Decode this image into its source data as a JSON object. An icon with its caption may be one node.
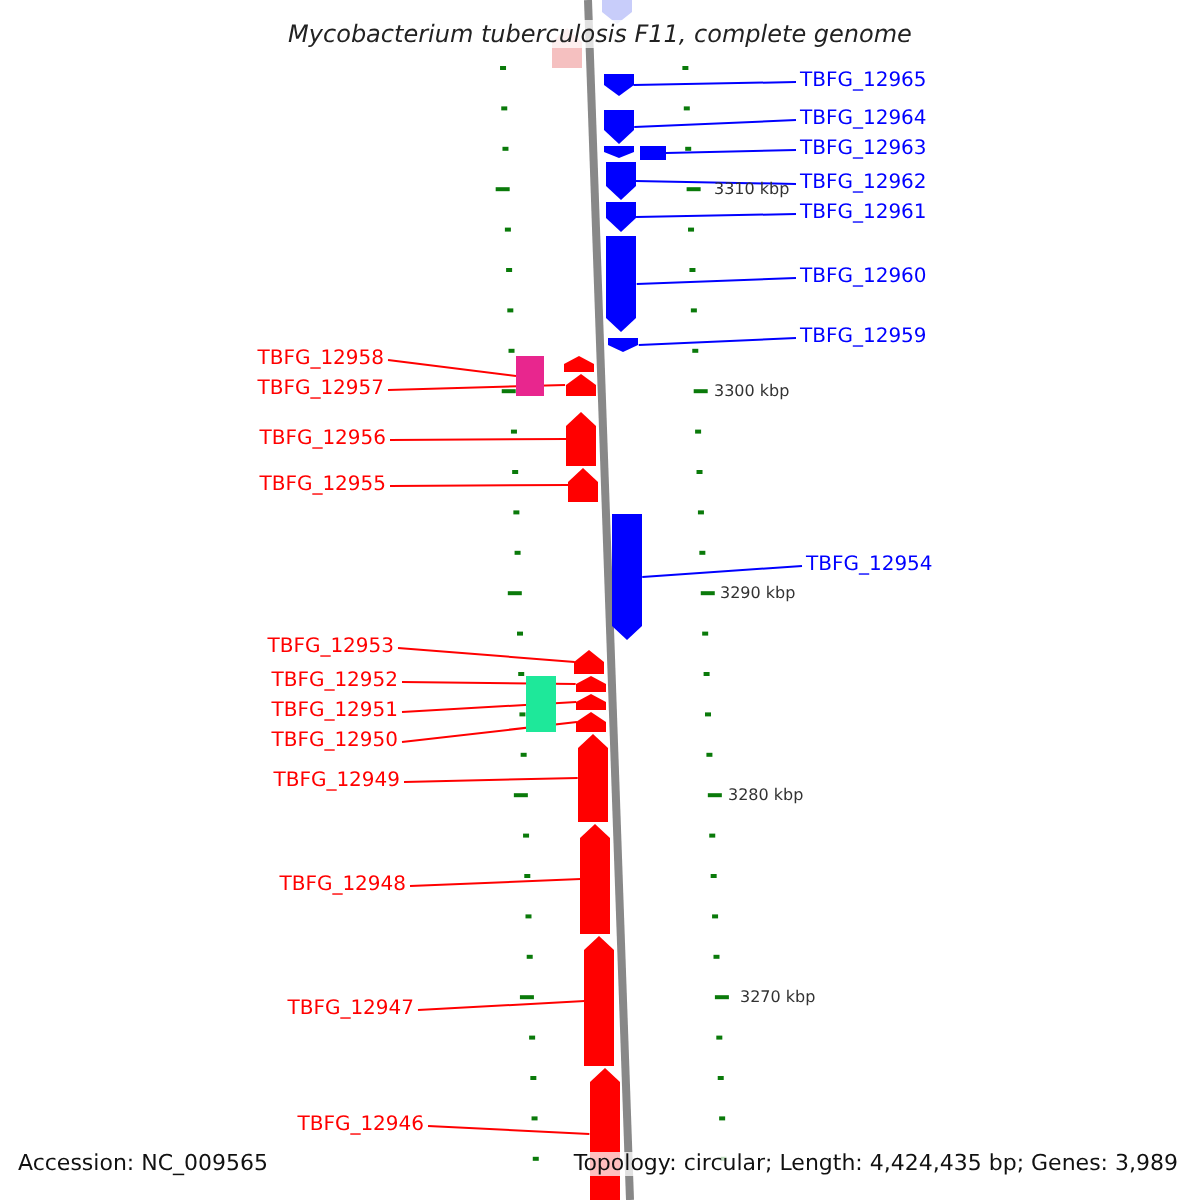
{
  "diagram": {
    "title": "Mycobacterium tuberculosis F11, complete genome",
    "nodes": [
      {
        "text": [],
        "shape": "arrow"
      },
      {
        "text": [],
        "shape": "arrow"
      },
      {
        "text": [],
        "shape": "arrow"
      },
      {
        "text": [],
        "shape": "arrow"
      },
      {
        "text": [],
        "shape": "arrow"
      },
      {
        "text": [],
        "shape": "box"
      },
      {
        "text": [],
        "shape": "arrow"
      },
      {
        "text": [],
        "shape": "arrow"
      },
      {
        "text": [],
        "shape": "arrow"
      },
      {
        "text": [],
        "shape": "arrow"
      },
      {
        "text": [],
        "shape": "box"
      },
      {
        "text": [],
        "shape": "arrow"
      },
      {
        "text": [],
        "shape": "arrow"
      },
      {
        "text": [],
        "shape": "arrow"
      },
      {
        "text": [],
        "shape": "arrow"
      },
      {
        "text": [],
        "shape": "arrow"
      },
      {
        "text": [],
        "shape": "arrow"
      },
      {
        "text": [],
        "shape": "box"
      },
      {
        "text": [],
        "shape": "arrow"
      },
      {
        "text": [],
        "shape": "arrow"
      },
      {
        "text": [],
        "shape": "arrow"
      },
      {
        "text": [],
        "shape": "arrow"
      },
      {
        "text": [],
        "shape": "arrow"
      },
      {
        "text": [],
        "shape": "arrow"
      },
      {
        "text": [],
        "shape": "arrow"
      },
      {
        "text": [
          "TBFG_12965"
        ]
      },
      {
        "text": [
          "TBFG_12964"
        ]
      },
      {
        "text": [
          "TBFG_12963"
        ]
      },
      {
        "text": [
          "TBFG_12962"
        ]
      },
      {
        "text": [
          "TBFG_12961"
        ]
      },
      {
        "text": [
          "TBFG_12960"
        ]
      },
      {
        "text": [
          "TBFG_12959"
        ]
      },
      {
        "text": [
          "TBFG_12958"
        ]
      },
      {
        "text": [
          "TBFG_12957"
        ]
      },
      {
        "text": [
          "TBFG_12956"
        ]
      },
      {
        "text": [
          "TBFG_12955"
        ]
      },
      {
        "text": [
          "TBFG_12954"
        ]
      },
      {
        "text": [
          "TBFG_12953"
        ]
      },
      {
        "text": [
          "TBFG_12952"
        ]
      },
      {
        "text": [
          "TBFG_12951"
        ]
      },
      {
        "text": [
          "TBFG_12950"
        ]
      },
      {
        "text": [
          "TBFG_12949"
        ]
      },
      {
        "text": [
          "TBFG_12948"
        ]
      },
      {
        "text": [
          "TBFG_12947"
        ]
      },
      {
        "text": [
          "TBFG_12946"
        ]
      }
    ],
    "edges": [
      {
        "from": 25,
        "to": 2,
        "arrow": "none",
        "color": "#0000ff"
      },
      {
        "from": 26,
        "to": 3,
        "arrow": "none",
        "color": "#0000ff"
      },
      {
        "from": 27,
        "to": 5,
        "arrow": "none",
        "color": "#0000ff"
      },
      {
        "from": 28,
        "to": 6,
        "arrow": "none",
        "color": "#0000ff"
      },
      {
        "from": 29,
        "to": 7,
        "arrow": "none",
        "color": "#0000ff"
      },
      {
        "from": 30,
        "to": 8,
        "arrow": "none",
        "color": "#0000ff"
      },
      {
        "from": 31,
        "to": 9,
        "arrow": "none",
        "color": "#0000ff"
      },
      {
        "from": 32,
        "to": 10,
        "arrow": "none"
      },
      {
        "from": 33,
        "to": 12,
        "arrow": "none"
      },
      {
        "from": 34,
        "to": 13,
        "arrow": "none"
      },
      {
        "from": 35,
        "to": 14,
        "arrow": "none"
      },
      {
        "from": 36,
        "to": 15,
        "arrow": "none",
        "color": "#0000ff"
      },
      {
        "from": 37,
        "to": 16,
        "arrow": "none"
      },
      {
        "from": 38,
        "to": 18,
        "arrow": "none"
      },
      {
        "from": 39,
        "to": 19,
        "arrow": "none"
      },
      {
        "from": 40,
        "to": 20,
        "arrow": "none"
      },
      {
        "from": 41,
        "to": 21,
        "arrow": "none"
      },
      {
        "from": 42,
        "to": 22,
        "arrow": "none"
      },
      {
        "from": 43,
        "to": 23,
        "arrow": "none"
      },
      {
        "from": 44,
        "to": 24,
        "arrow": "none"
      }
    ],
    "labels": [
      "3310 kbp",
      "3300 kbp",
      "3290 kbp",
      "3280 kbp",
      "3270 kbp",
      "Accession: NC_009565",
      "Topology: circular; Length: 4,424,435 bp; Genes: 3,989"
    ]
  }
}
